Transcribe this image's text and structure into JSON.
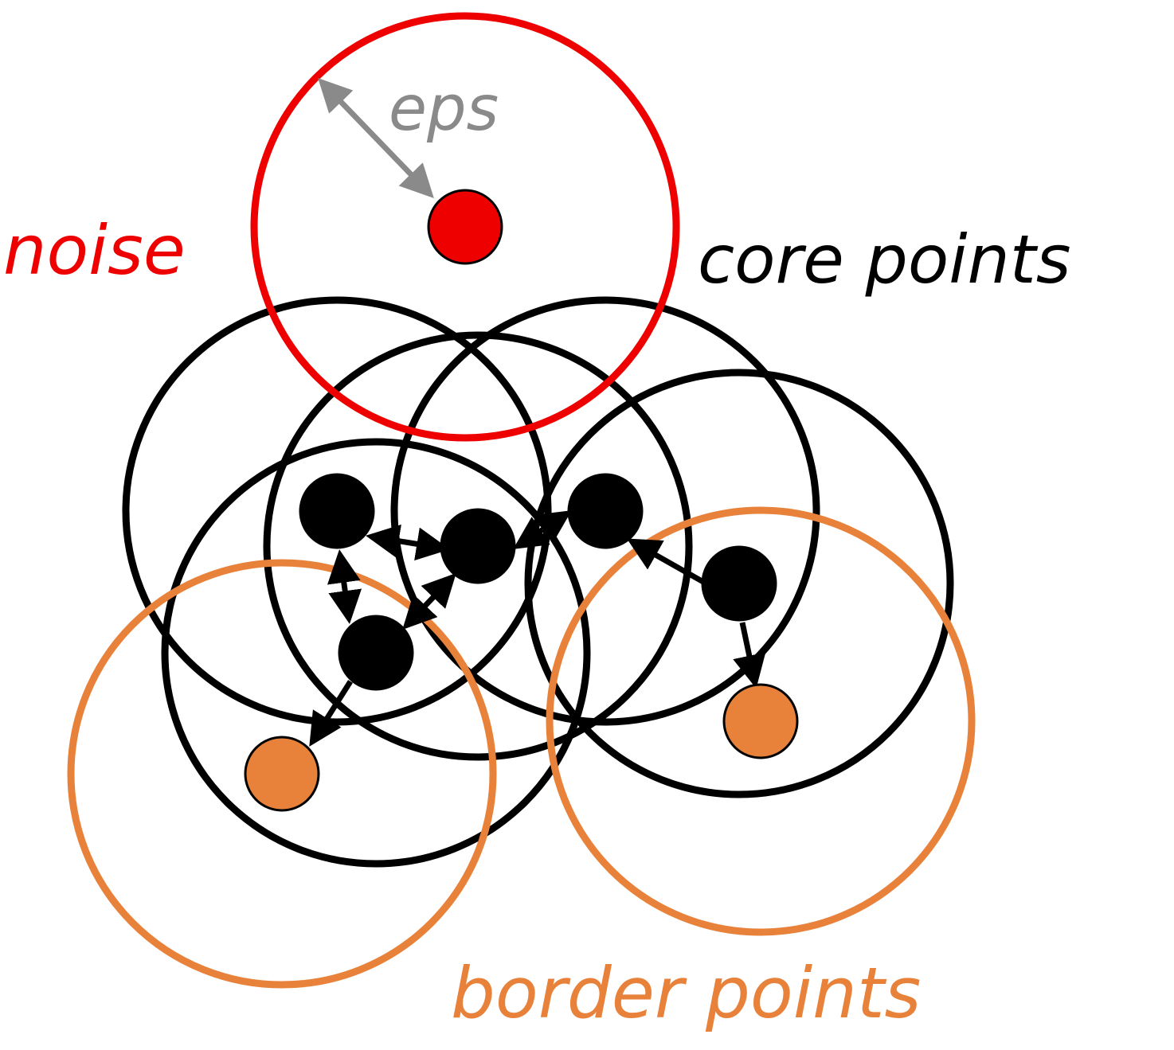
{
  "labels": {
    "eps": "eps",
    "noise": "noise",
    "core_points": "core points",
    "border_points": "border points"
  },
  "colors": {
    "noise": "#ee0000",
    "core": "#000000",
    "border": "#e8823a",
    "eps_arrow": "#8a8a8a",
    "background": "#ffffff"
  }
}
